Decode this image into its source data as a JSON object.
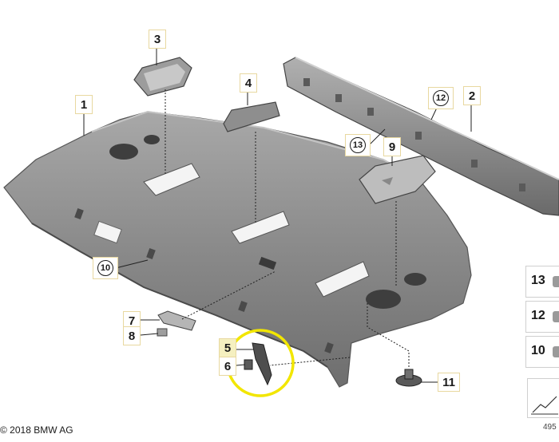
{
  "callouts": {
    "p1": "1",
    "p2": "2",
    "p3": "3",
    "p4": "4",
    "p5": "5",
    "p6": "6",
    "p7": "7",
    "p8": "8",
    "p9": "9",
    "p10": "10",
    "p11": "11",
    "p12": "12",
    "p13": "13"
  },
  "side_panel": {
    "item_13": "13",
    "item_12": "12",
    "item_10": "10"
  },
  "footer": {
    "copyright": "© 2018 BMW AG",
    "diagram_id": "495"
  },
  "colors": {
    "shelf": "#8c8c8c",
    "shelf_dark": "#5e5e5e",
    "highlight": "#f2e600",
    "callout_border": "#e8d8a0"
  }
}
